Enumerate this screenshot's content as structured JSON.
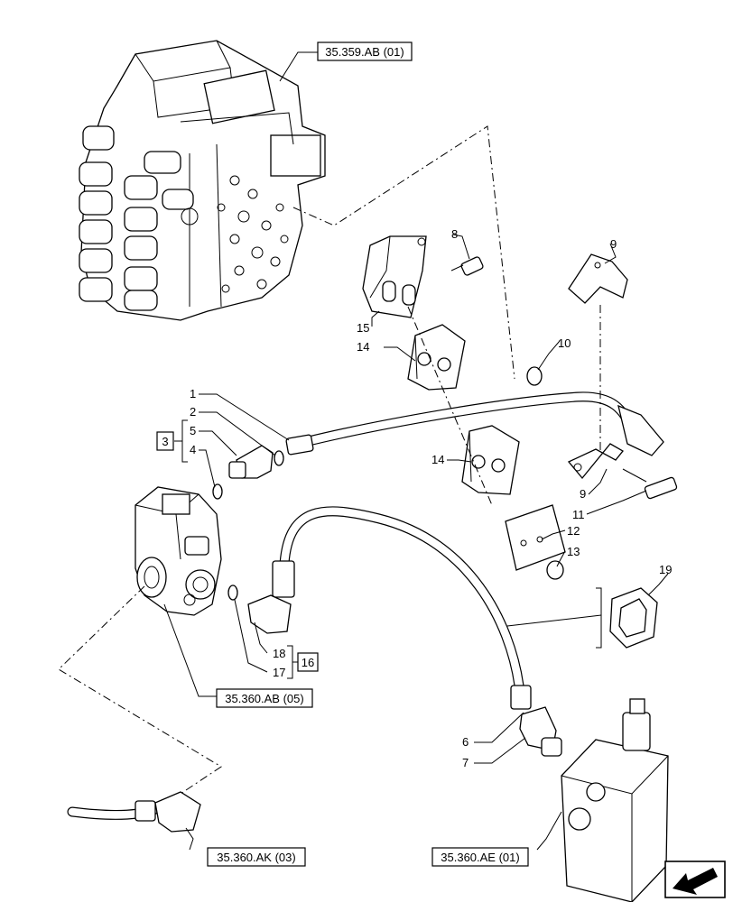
{
  "refs": {
    "r1": "35.359.AB (01)",
    "r2": "35.360.AB (05)",
    "r3": "35.360.AK (03)",
    "r4": "35.360.AE (01)"
  },
  "groups": {
    "g3": "3",
    "g16": "16"
  },
  "callouts": {
    "c1": "1",
    "c2": "2",
    "c4": "4",
    "c5": "5",
    "c6": "6",
    "c7": "7",
    "c8": "8",
    "c9a": "9",
    "c9b": "9",
    "c10": "10",
    "c11": "11",
    "c12": "12",
    "c13": "13",
    "c14a": "14",
    "c14b": "14",
    "c15": "15",
    "c17": "17",
    "c18": "18",
    "c19": "19"
  },
  "nav": {
    "icon": "next-page-arrow-icon"
  }
}
